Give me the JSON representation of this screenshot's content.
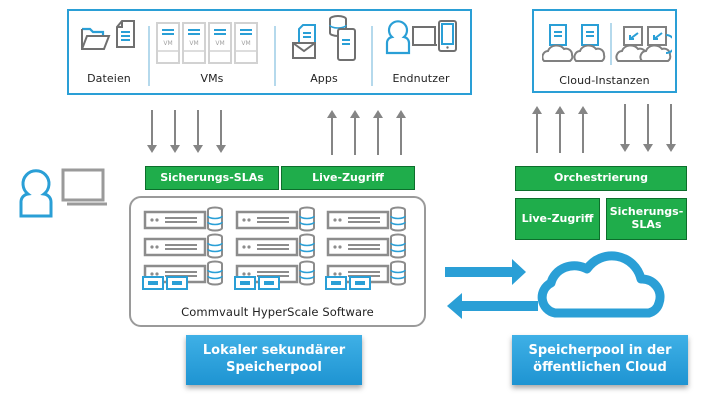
{
  "sources": {
    "items": [
      {
        "label": "Dateien",
        "icon": "folder-file-icon"
      },
      {
        "label": "VMs",
        "icon": "vm-stack-icon"
      },
      {
        "label": "Apps",
        "icon": "apps-icon"
      },
      {
        "label": "Endnutzer",
        "icon": "end-user-devices-icon"
      }
    ],
    "vm_tag": "VM"
  },
  "cloud_instances": {
    "label": "Cloud-Instanzen"
  },
  "local": {
    "backup_sla": "Sicherungs-SLAs",
    "live_access": "Live-Zugriff",
    "software_label": "Commvault HyperScale Software",
    "pool_label_line1": "Lokaler sekundärer",
    "pool_label_line2": "Speicherpool"
  },
  "cloud": {
    "orchestration": "Orchestrierung",
    "live_access": "Live-Zugriff",
    "backup_sla_line1": "Sicherungs-",
    "backup_sla_line2": "SLAs",
    "pool_label_line1": "Speicherpool in der",
    "pool_label_line2": "öffentlichen Cloud"
  },
  "colors": {
    "accent_blue": "#2a9fd6",
    "green": "#1fad4b",
    "gray": "#8a8a8a"
  }
}
